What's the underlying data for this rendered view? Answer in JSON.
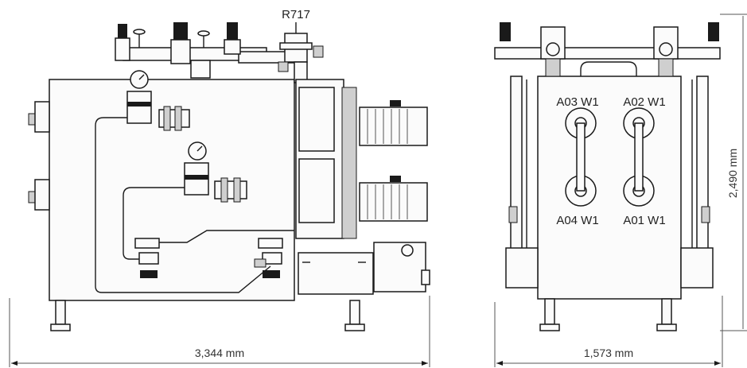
{
  "top_label": "R717",
  "dimensions": {
    "side_width": "3,344 mm",
    "front_width": "1,573 mm",
    "height": "2,490 mm"
  },
  "connection_labels": {
    "a03": "A03 W1",
    "a02": "A02 W1",
    "a04": "A04 W1",
    "a01": "A01 W1"
  }
}
